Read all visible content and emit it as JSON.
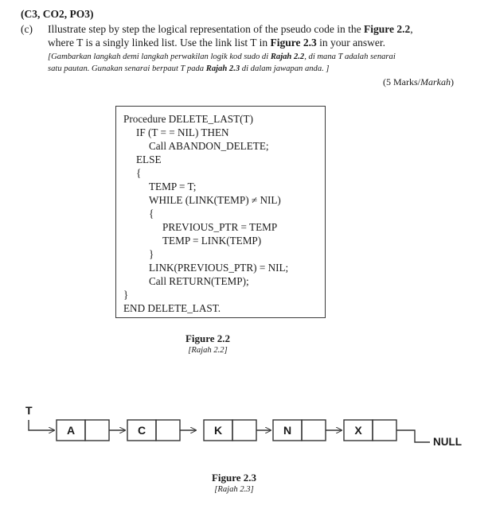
{
  "question": {
    "code": "(C3, CO2, PO3)",
    "part": "(c)",
    "line1_a": "Illustrate step by step the logical representation of the pseudo code in the ",
    "line1_fig": "Figure 2.2",
    "line1_b": ",",
    "line2_a": "where T is a singly linked list. Use the link list T in ",
    "line2_fig": "Figure 2.3",
    "line2_b": " in your answer.",
    "translation_line1_a": "[Gambarkan langkah demi langkah perwakilan logik kod sudo di ",
    "translation_line1_fig": "Rajah 2.2",
    "translation_line1_b": ", di mana T adalah senarai",
    "translation_line2_a": "satu pautan. Gunakan senarai berpaut T pada ",
    "translation_line2_fig": "Rajah 2.3",
    "translation_line2_b": " di dalam jawapan anda. ]",
    "marks": "(5 Marks/",
    "marks_malay": "Markah",
    "marks_end": ")"
  },
  "pseudocode": {
    "lines": [
      "Procedure DELETE_LAST(T)",
      "IF (T = = NIL) THEN",
      "Call ABANDON_DELETE;",
      "ELSE",
      "{",
      "TEMP = T;",
      "WHILE (LINK(TEMP) ≠ NIL)",
      "{",
      "PREVIOUS_PTR = TEMP",
      "TEMP = LINK(TEMP)",
      "}",
      "LINK(PREVIOUS_PTR) = NIL;",
      "Call RETURN(TEMP);",
      "}",
      "END DELETE_LAST."
    ]
  },
  "figure_2_2": {
    "title": "Figure 2.2",
    "subtitle": "[Rajah 2.2]"
  },
  "linked_list": {
    "head_label": "T",
    "nodes": [
      "A",
      "C",
      "K",
      "N",
      "X"
    ],
    "null_label": "NULL"
  },
  "figure_2_3": {
    "title": "Figure 2.3",
    "subtitle": "[Rajah 2.3]"
  }
}
